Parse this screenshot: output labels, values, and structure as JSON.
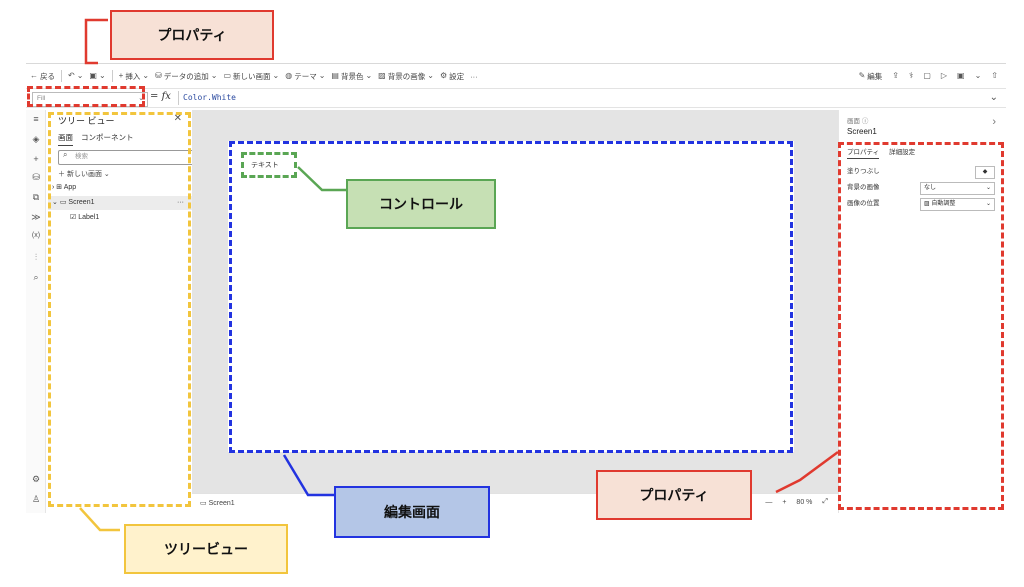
{
  "toolbar": {
    "back_label": "戻る",
    "insert_label": "挿入",
    "add_data_label": "データの追加",
    "new_screen_label": "新しい画面",
    "theme_label": "テーマ",
    "background_color_label": "背景色",
    "background_image_label": "背景の画像",
    "settings_label": "設定",
    "more_label": "···",
    "edit_label": "編集"
  },
  "formula_bar": {
    "property": "Fill",
    "fx": "fx",
    "formula": "Color.White"
  },
  "tree_view": {
    "title": "ツリー ビュー",
    "tab_screens": "画面",
    "tab_components": "コンポーネント",
    "search_placeholder": "検索",
    "new_screen": "新しい画面",
    "items": [
      {
        "label": "App"
      },
      {
        "label": "Screen1",
        "more": "···"
      },
      {
        "label": "Label1"
      }
    ]
  },
  "canvas": {
    "label_text": "テキスト"
  },
  "status_bar": {
    "screen_name": "Screen1",
    "minus": "—",
    "plus": "+",
    "zoom": "80 %"
  },
  "properties_panel": {
    "header": "画面",
    "name": "Screen1",
    "tab_properties": "プロパティ",
    "tab_advanced": "詳細設定",
    "rows": [
      {
        "label": "塗りつぶし",
        "value": ""
      },
      {
        "label": "背景の画像",
        "value": "なし"
      },
      {
        "label": "画像の位置",
        "value": "自動調整"
      }
    ]
  },
  "annotations": {
    "properties_top": "プロパティ",
    "control": "コントロール",
    "tree_view": "ツリービュー",
    "edit_screen": "編集画面",
    "properties_bottom": "プロパティ"
  },
  "colors": {
    "red": "#e03a2f",
    "blue": "#2233e0",
    "green": "#5aa654",
    "yellow": "#f2c53d",
    "callout_red_bg": "#f7e1d6",
    "callout_green_bg": "#c6e0b4",
    "callout_blue_bg": "#b4c6e7",
    "callout_yellow_bg": "#fff2cc"
  }
}
